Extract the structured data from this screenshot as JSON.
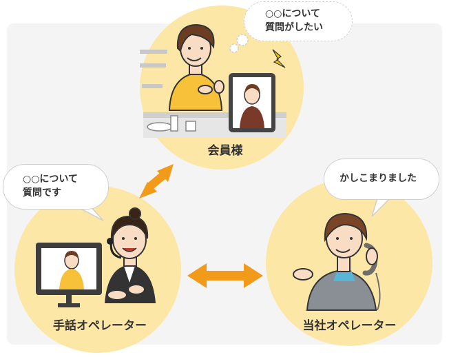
{
  "nodes": {
    "member": {
      "label": "会員様"
    },
    "sign_operator": {
      "label": "手話オペレーター"
    },
    "company_operator": {
      "label": "当社オペレーター"
    }
  },
  "bubbles": {
    "member": {
      "line1": "○○について",
      "line2": "質問がしたい"
    },
    "sign_operator": {
      "line1": "○○について",
      "line2": "質問です"
    },
    "company_operator": {
      "text": "かしこまりました"
    }
  },
  "colors": {
    "circle": "#fde7a7",
    "arrow": "#f29a1a",
    "panel": "#f4f4f4",
    "lightning": "#f2c200"
  }
}
